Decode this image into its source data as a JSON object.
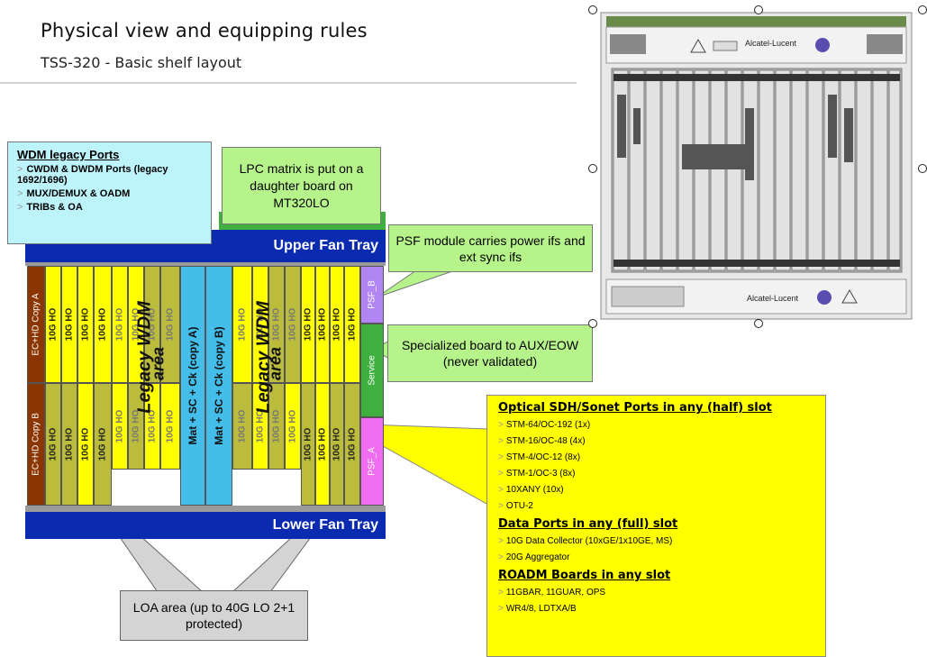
{
  "title": "Physical view and equipping rules",
  "subtitle": "TSS-320 - Basic shelf layout",
  "shelf": {
    "upper_fan_tray": "Upper Fan Tray",
    "lower_fan_tray": "Lower Fan Tray",
    "ec_copy_a": "EC+HD Copy A",
    "ec_copy_b": "EC+HD Copy B",
    "psf_b": "PSF_B",
    "psf_a": "PSF_A",
    "service": "Service",
    "mat_a": "Mat + SC + Ck (copy A)",
    "mat_b": "Mat + SC + Ck (copy B)",
    "slot_label": "10G HO",
    "legacy_wdm": "Legacy WDM",
    "legacy_area": "area"
  },
  "wdm_callout": {
    "title": "WDM legacy Ports",
    "items": [
      "CWDM & DWDM Ports (legacy 1692/1696)",
      "MUX/DEMUX & OADM",
      "TRIBs & OA"
    ]
  },
  "lpc_callout": "LPC matrix is put on a daughter board on MT320LO",
  "psf_callout": "PSF module carries power ifs and ext sync ifs",
  "specialized_callout": "Specialized board to AUX/EOW (never validated)",
  "optical_callout": {
    "sdh_title": "Optical SDH/Sonet Ports in any (half) slot",
    "sdh_items": [
      "STM-64/OC-192  (1x)",
      "STM-16/OC-48 (4x)",
      "STM-4/OC-12 (8x)",
      "STM-1/OC-3 (8x)",
      "10XANY (10x)",
      "OTU-2"
    ],
    "data_title": "Data  Ports in any (full) slot",
    "data_items": [
      "10G Data Collector (10xGE/1x10GE, MS)",
      "20G Aggregator"
    ],
    "roadm_title": "ROADM Boards in any slot",
    "roadm_items": [
      "11GBAR, 11GUAR, OPS",
      "WR4/8, LDTXA/B"
    ]
  },
  "loa_callout": "LOA area (up to 40G LO 2+1 protected)",
  "photo": {
    "brand_top": "Alcatel-Lucent",
    "brand_bottom": "Alcatel-Lucent"
  },
  "colors": {
    "fan_tray": "#0a2bb0",
    "slot_yellow": "#ffff00",
    "slot_olive": "#bcbc3c",
    "matrix_blue": "#44bde8",
    "ec_brown": "#8b3500",
    "psf_purple": "#b285f5",
    "service_green": "#3fb040",
    "psf_pink": "#f06cf0",
    "callout_green": "#b7f38b",
    "callout_cyan": "#bdf3fb",
    "callout_gray": "#d4d4d4"
  }
}
